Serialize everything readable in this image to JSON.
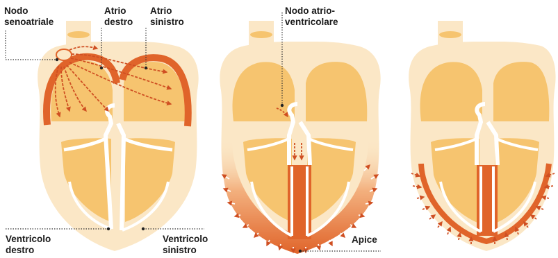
{
  "labels": {
    "sa_node": [
      "Nodo",
      "senoatriale"
    ],
    "right_atrium": [
      "Atrio",
      "destro"
    ],
    "left_atrium": [
      "Atrio",
      "sinistro"
    ],
    "av_node": [
      "Nodo atrio-",
      "ventricolare"
    ],
    "right_ventricle": [
      "Ventricolo",
      "destro"
    ],
    "left_ventricle": [
      "Ventricolo",
      "sinistro"
    ],
    "apex": [
      "Apice"
    ]
  },
  "colors": {
    "outer": "#fbe7c6",
    "chamber": "#f6c46f",
    "conduction": "#e0642a",
    "arrow": "#cf4f22",
    "leader": "#333333"
  },
  "panels": [
    {
      "stage": "atrial-depolarization"
    },
    {
      "stage": "ventricular-depolarization"
    },
    {
      "stage": "ventricular-repolarization"
    }
  ]
}
